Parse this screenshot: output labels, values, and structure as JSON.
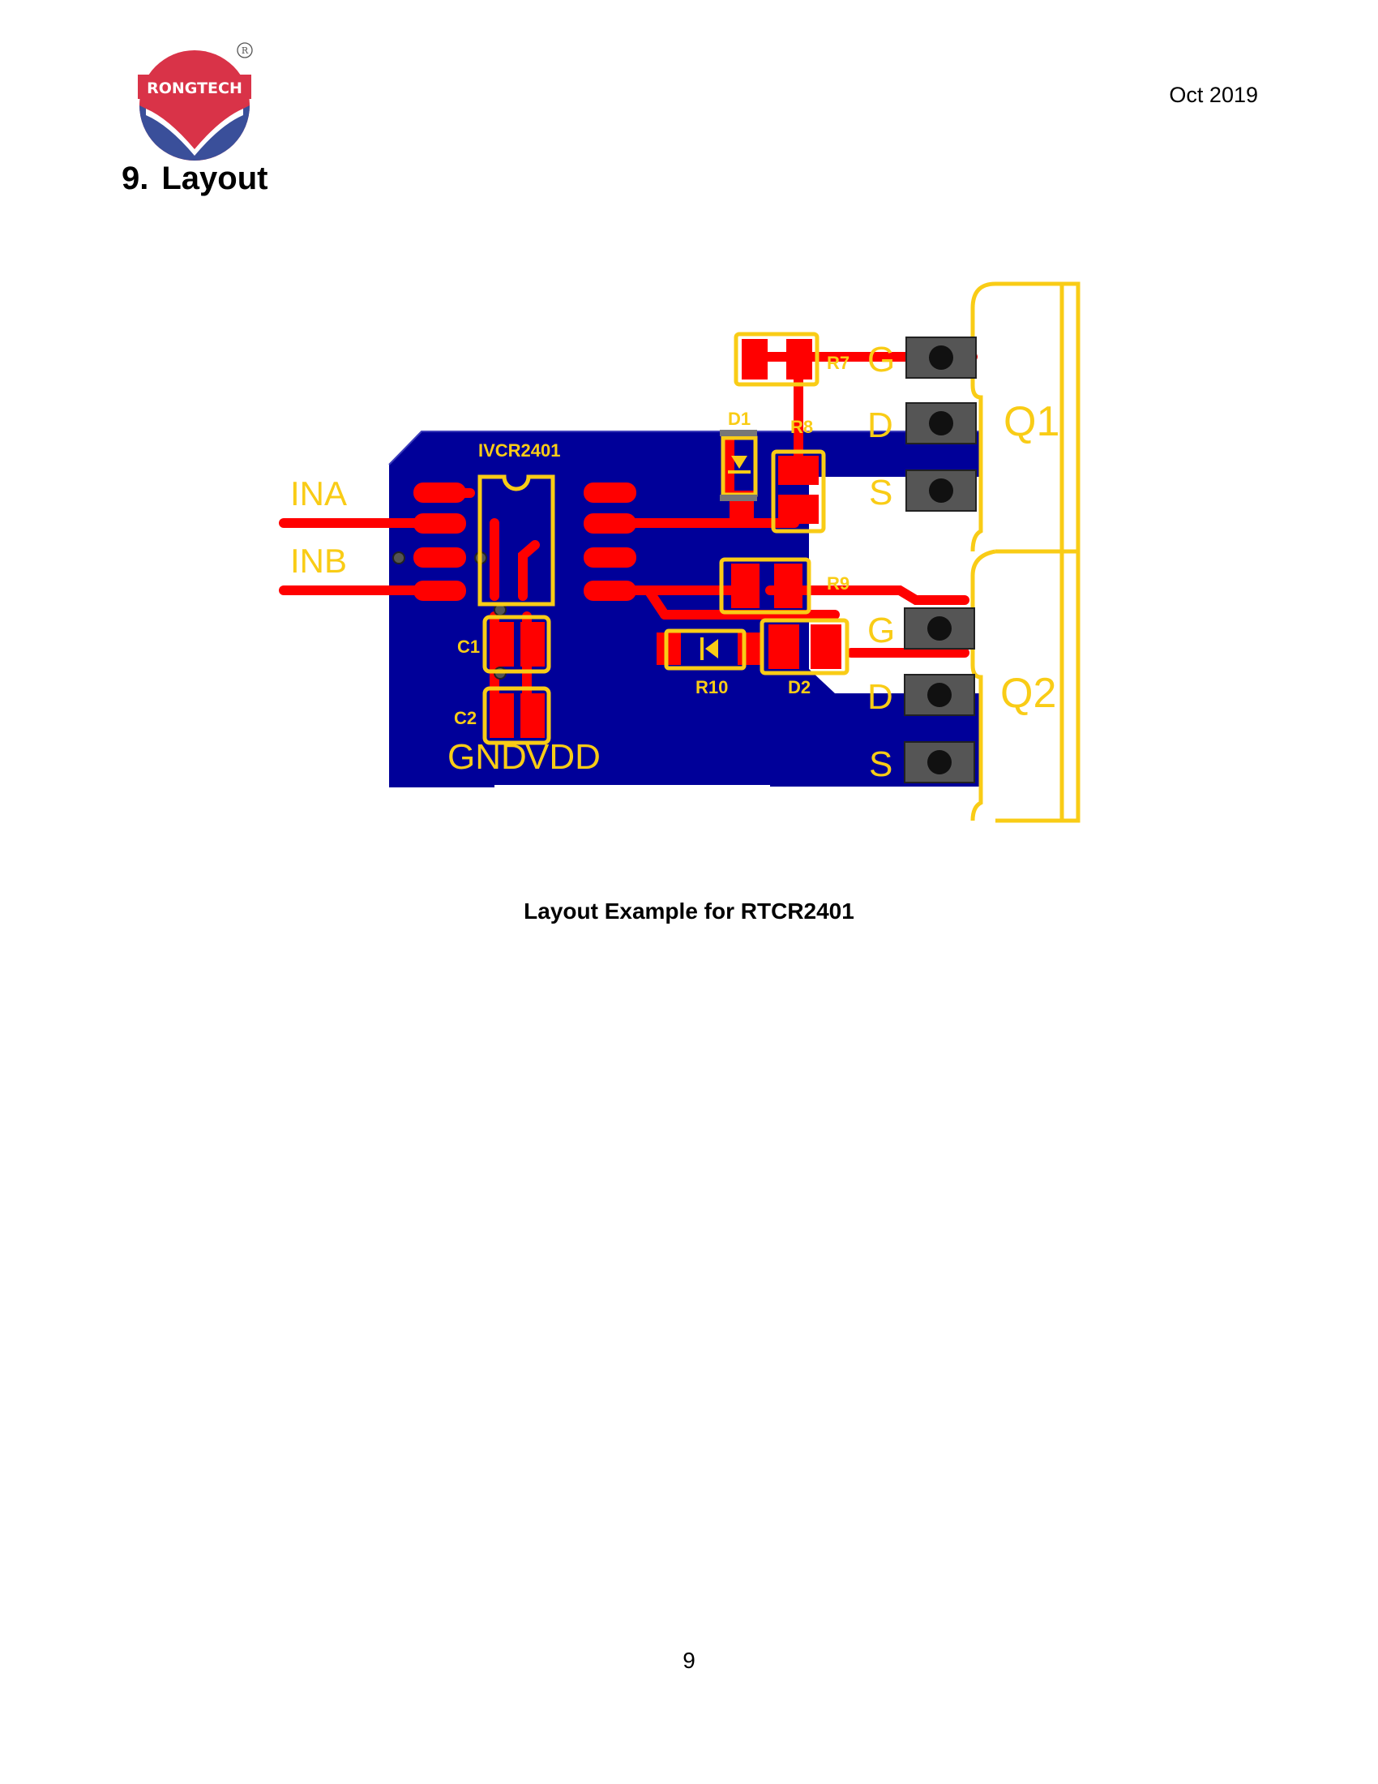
{
  "header": {
    "logo_text": "RONGTECH",
    "registered_mark": "®",
    "date": "Oct 2019"
  },
  "section": {
    "number": "9.",
    "title": "Layout"
  },
  "figure": {
    "labels": {
      "ina": "INA",
      "inb": "INB",
      "ic": "IVCR2401",
      "c1": "C1",
      "c2": "C2",
      "gnd": "GND",
      "vdd": "VDD",
      "r7": "R7",
      "r8": "R8",
      "r9": "R9",
      "r10": "R10",
      "d1": "D1",
      "d2": "D2",
      "q1": "Q1",
      "q2": "Q2",
      "q1_g": "G",
      "q1_d": "D",
      "q1_s": "S",
      "q2_g": "G",
      "q2_d": "D",
      "q2_s": "S"
    },
    "colors": {
      "board": "#000099",
      "copper": "#ff0000",
      "silkscreen": "#f9cc16",
      "pad": "#555555"
    },
    "caption": "Layout Example for RTCR2401"
  },
  "footer": {
    "page_number": "9"
  }
}
